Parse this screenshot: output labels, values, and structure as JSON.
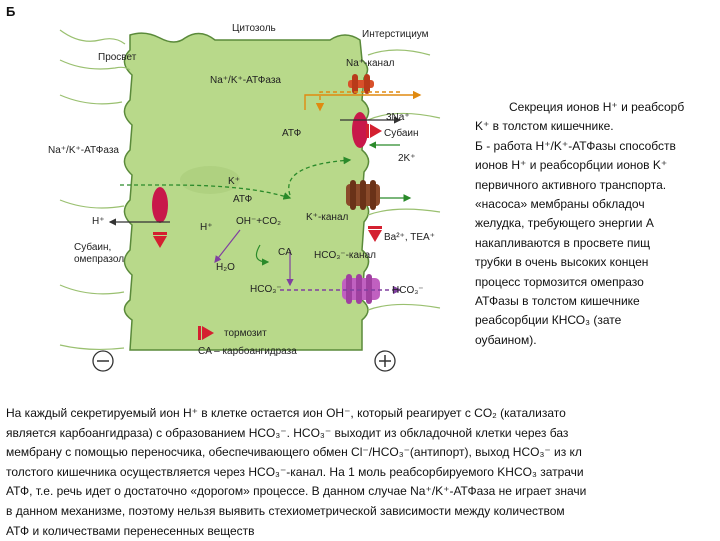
{
  "panel_letter": "Б",
  "diagram": {
    "labels": {
      "cytosol": "Цитозоль",
      "interstitium": "Интерстициум",
      "lumen": "Просвет",
      "nak_atpase_top": "Na⁺/K⁺-АТФаза",
      "na_channel": "Na⁺-канал",
      "three_na": "3Na⁺",
      "atp_right": "АТФ",
      "subain_right": "Субаин",
      "nak_atpase_left": "Na⁺/K⁺-АТФаза",
      "two_k": "2K⁺",
      "k_plus_left": "K⁺",
      "atp_center": "АТФ",
      "h_plus_out": "H⁺",
      "h_plus_in": "H⁺",
      "oh_co2": "OH⁻+CO₂",
      "k_channel": "K⁺-канал",
      "blockers": "Ba²⁺, TEA⁺",
      "subain_left": "Субаин,\nомепразол",
      "ca": "CA",
      "h2o": "H₂O",
      "hco3_channel": "HCO₃⁻-канал",
      "hco3_in": "HCO₃⁻",
      "hco3_out": "HCO₃⁻",
      "legend_inhibitor": "тормозит",
      "legend_ca": "CA – карбоангидраза",
      "minus_sign": "−",
      "plus_sign": "+"
    },
    "colors": {
      "cell_fill": "#b8d98a",
      "cell_stroke": "#5a8a3a",
      "pump_red": "#c8184a",
      "channel_brown": "#8a4a2a",
      "channel_magenta": "#c060c0",
      "inhibitor_red": "#d42030",
      "arrow_green": "#2a8a2a",
      "arrow_orange": "#e08a10",
      "arrow_purple": "#8040a0"
    }
  },
  "side_text": [
    "Секреция ионов H⁺ и реабсорб",
    "K⁺ в толстом кишечнике.",
    "Б - работа H⁺/K⁺-АТФазы способств",
    "ионов H⁺ и реабсорбции ионов K⁺",
    "первичного активного транспорта.",
    "«насоса» мембраны обкладоч",
    "желудка, требующего энергии А",
    "накапливаются в просвете пищ",
    "трубки в очень высоких концен",
    "процесс тормозится омепразо",
    "АТФазы в толстом кишечнике",
    "реабсорбции КНСО₃ (зате",
    "оубаином)."
  ],
  "bottom_text": [
    "На каждый секретируемый ион H⁺ в клетке остается ион OH⁻, который реагирует с CO₂ (катализато",
    "является карбоангидраза) с образованием HCO₃⁻. HCO₃⁻ выходит из обкладочной клетки через баз",
    "мембрану с помощью переносчика, обеспечивающего обмен Cl⁻/HCO₃⁻(антипорт), выход HCO₃⁻ из кл",
    "толстого кишечника осуществляется через HCO₃⁻-канал. На 1 моль реабсорбируемого KHCO₃ затрачи",
    "АТФ, т.е. речь идет о достаточно «дорогом» процессе. В данном случае Na⁺/K⁺-АТФаза не играет значи",
    "в данном механизме, поэтому нельзя выявить стехиометрической зависимости между количеством",
    "АТФ и количествами перенесенных веществ"
  ]
}
